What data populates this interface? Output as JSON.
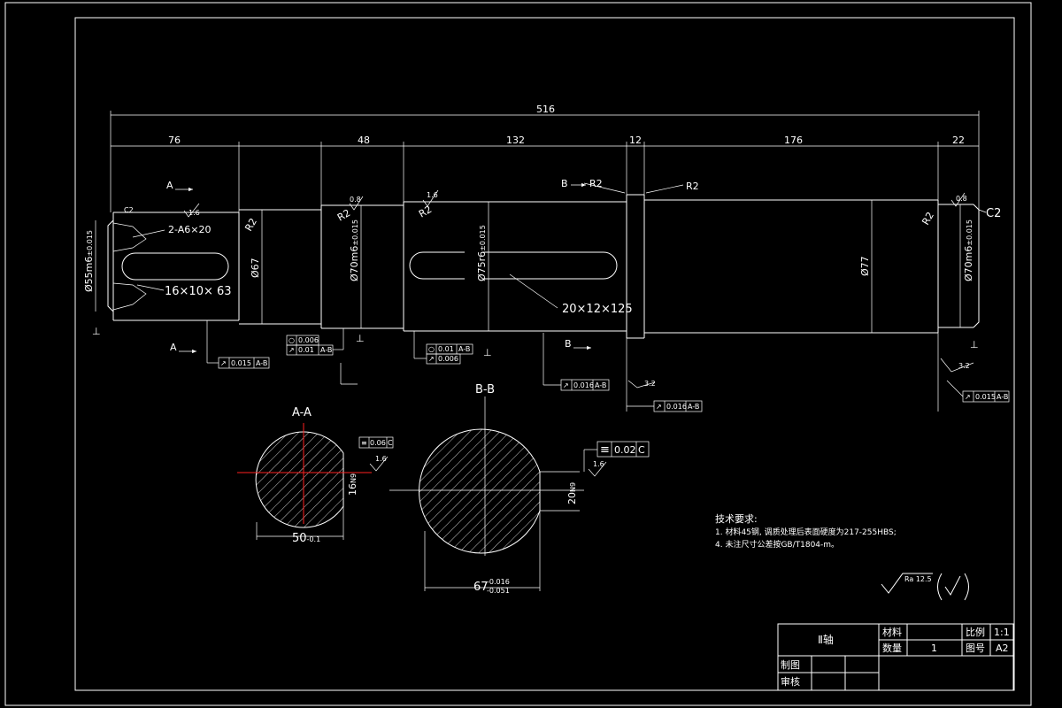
{
  "overall_dimension": "516",
  "segment_dimensions": [
    "76",
    "48",
    "132",
    "12",
    "176",
    "22"
  ],
  "fillets": {
    "r1": "R2",
    "r2": "R2",
    "r3": "R2",
    "r4": "R2",
    "r5": "R2",
    "r6": "R2"
  },
  "chamfers": {
    "left": "C2",
    "right": "C2"
  },
  "diameters": {
    "d1": "Ø55m6",
    "d1_suffix": "±0.015",
    "d2": "Ø67",
    "d3": "Ø70m6",
    "d3_suffix": "±0.015",
    "d4": "Ø75r6",
    "d4_suffix": "±0.015",
    "d5": "Ø77",
    "d6": "Ø70m6",
    "d6_suffix": "±0.015"
  },
  "keyway_labels": {
    "center_hole": "2-A6×20",
    "left_key": "16×10× 63",
    "right_key": "20×12×125"
  },
  "roughness": {
    "r_a": "1.6",
    "r_b": "0.8",
    "r_c": "1.6",
    "r_d": "0.8",
    "r_e": "3.2",
    "r_f": "3.2",
    "r_g": "1.6",
    "r_h": "1.6"
  },
  "section_markers": {
    "a_left": "A",
    "a_lower": "A",
    "b_upper": "B",
    "b_lower": "B"
  },
  "datum_symbols": {
    "datum_1": "⊥",
    "datum_2": "⊥",
    "datum_3": "⊥",
    "datum_4": "⊥"
  },
  "tolerance_frames": {
    "f1_val": "0.015",
    "f1_ref": "A-B",
    "f2_a": "0.006",
    "f2_b": "0.01",
    "f2_b_ref": "A-B",
    "f3_a": "0.01",
    "f3_a_ref": "A-B",
    "f3_b": "0.006",
    "f4_val": "0.016",
    "f4_ref": "A-B",
    "f5_val": "0.016",
    "f5_ref": "A-B",
    "f6_val": "0.015",
    "f6_ref": "A-B",
    "sec_a_val": "0.06",
    "sec_a_ref": "C",
    "sec_b_val": "0.02",
    "sec_b_ref": "C"
  },
  "section_a": {
    "title": "A-A",
    "width": "50",
    "width_suffix": "-0.1",
    "key_depth": "16",
    "key_depth_suffix": "N9"
  },
  "section_b": {
    "title": "B-B",
    "width": "67",
    "width_tol_upper": "-0.016",
    "width_tol_lower": "-0.051",
    "key_depth": "20",
    "key_depth_suffix": "N9"
  },
  "notes": {
    "heading": "技术要求:",
    "line1": "1. 材料45钢, 调质处理后表面硬度为217-255HBS;",
    "line2": "4. 未注尺寸公差按GB/T1804-m。"
  },
  "surface_finish": {
    "value": "Ra 12.5"
  },
  "title_block": {
    "part_name": "Ⅱ轴",
    "material_label": "材料",
    "material_value": "",
    "scale_label": "比例",
    "scale_value": "1:1",
    "quantity_label": "数量",
    "quantity_value": "1",
    "drawing_no_label": "图号",
    "drawing_no_value": "A2",
    "drawn_label": "制图",
    "checked_label": "审核"
  }
}
